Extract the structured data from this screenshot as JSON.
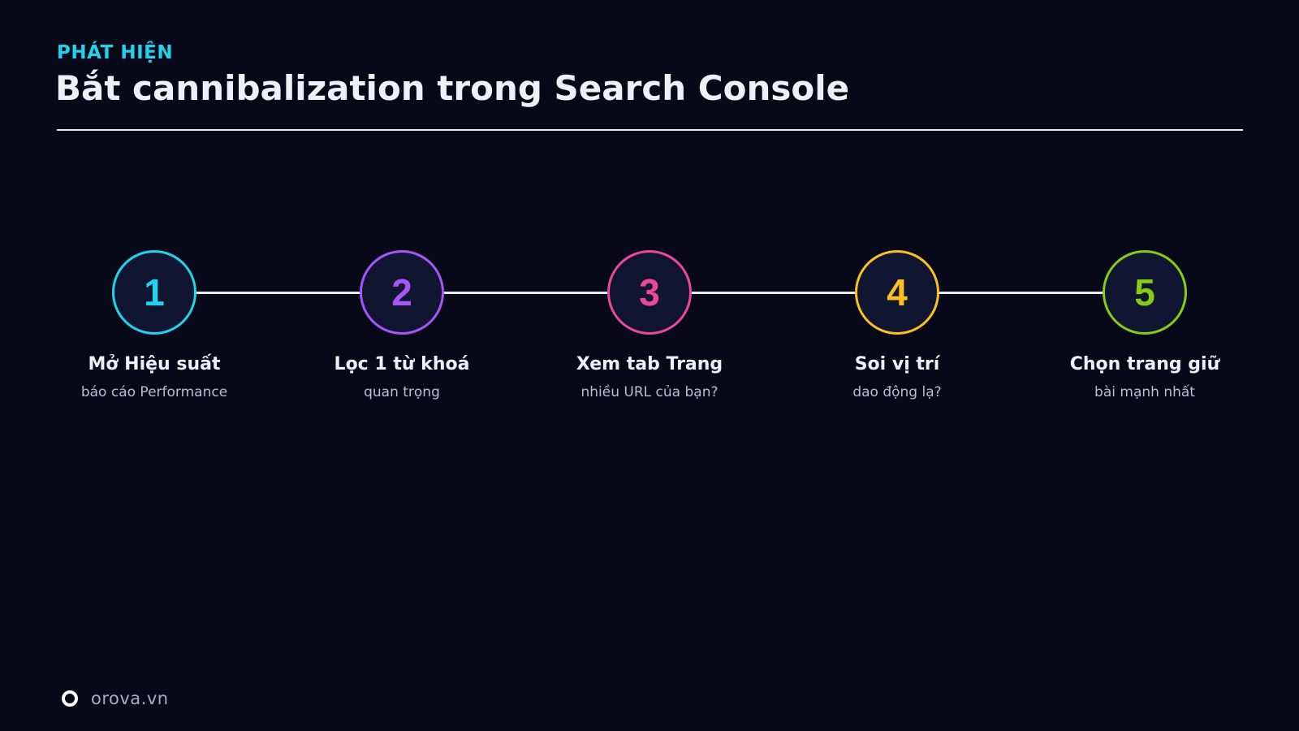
{
  "header": {
    "eyebrow": "PHÁT HIỆN",
    "title": "Bắt cannibalization trong Search Console"
  },
  "steps": [
    {
      "number": "1",
      "title": "Mở Hiệu suất",
      "subtitle": "báo cáo Performance",
      "color": "#20d3ee"
    },
    {
      "number": "2",
      "title": "Lọc 1 từ khoá",
      "subtitle": "quan trọng",
      "color": "#a855f7"
    },
    {
      "number": "3",
      "title": "Xem tab Trang",
      "subtitle": "nhiều URL của bạn?",
      "color": "#ec4899"
    },
    {
      "number": "4",
      "title": "Soi vị trí",
      "subtitle": "dao động lạ?",
      "color": "#fbbf24"
    },
    {
      "number": "5",
      "title": "Chọn trang giữ",
      "subtitle": "bài mạnh nhất",
      "color": "#84cc16"
    }
  ],
  "footer": {
    "brand": "orova.vn"
  }
}
